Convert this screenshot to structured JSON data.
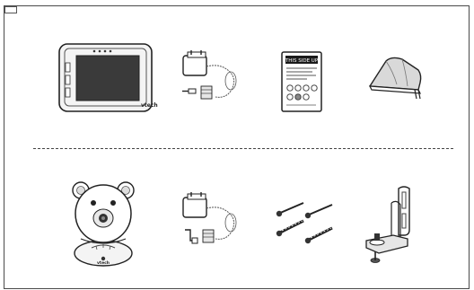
{
  "figure": {
    "top_row": [
      {
        "icon": "parent-unit-monitor-icon",
        "brand": "vtech"
      },
      {
        "icon": "power-adapter-icon"
      },
      {
        "icon": "battery-pack-icon",
        "label": "THIS SIDE UP"
      },
      {
        "icon": "belt-clip-icon"
      }
    ],
    "bottom_row": [
      {
        "icon": "baby-unit-bear-camera-icon",
        "brand": "vtech"
      },
      {
        "icon": "power-adapter-icon"
      },
      {
        "icon": "screws-and-anchors-icon"
      },
      {
        "icon": "wall-mount-bracket-icon"
      }
    ]
  }
}
